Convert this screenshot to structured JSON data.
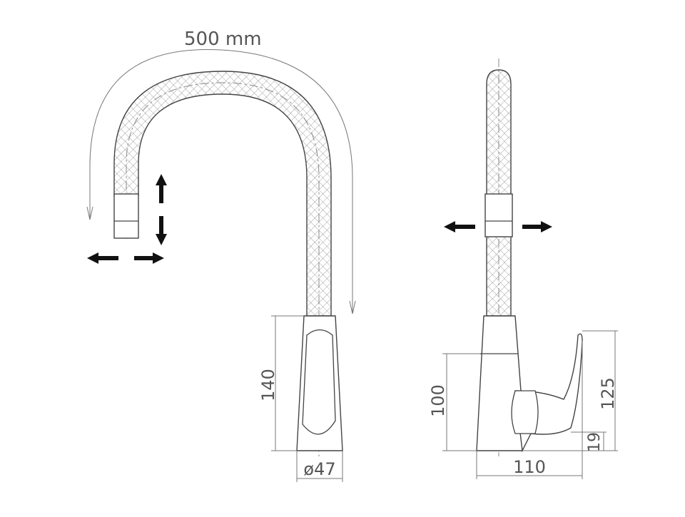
{
  "dimensions": {
    "hose_length": "500 mm",
    "base_height": "140",
    "base_diameter": "ø47",
    "lever_height": "100",
    "total_lever_height": "125",
    "lever_offset": "19",
    "depth": "110"
  },
  "colors": {
    "line": "#444444",
    "dimension": "#777777",
    "arrow": "#111111"
  },
  "icons": {
    "rotate_arrows": "arrow-icon",
    "move_arrows": "arrow-icon"
  }
}
